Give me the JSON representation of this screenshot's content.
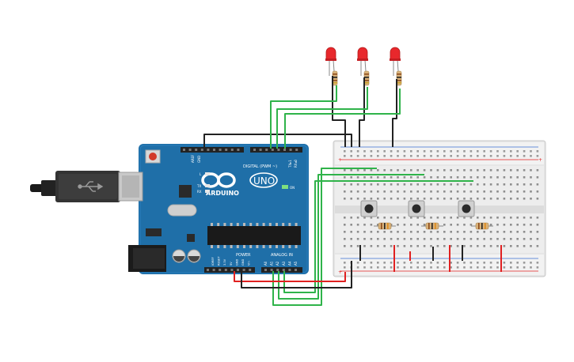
{
  "board": {
    "brand": "ARDUINO",
    "model": "UNO",
    "digital_label": "DIGITAL (PWM ~)",
    "power_label": "POWER",
    "analog_label": "ANALOG IN",
    "on_label": "ON",
    "l_label": "L",
    "tx_label": "TX",
    "rx_label": "RX",
    "aref_label": "AREF",
    "gnd_label": "GND",
    "tx_pin_label": "TX▸1",
    "rx_pin_label": "RX◂0",
    "power_pins": [
      "IOREF",
      "RESET",
      "3.3V",
      "5V",
      "GND",
      "GND",
      "Vin"
    ],
    "analog_pins": [
      "A0",
      "A1",
      "A2",
      "A3",
      "A4",
      "A5"
    ]
  },
  "colors": {
    "board": "#1f6fa8",
    "wire_green": "#2fb34a",
    "wire_black": "#222222",
    "wire_red": "#e02020",
    "led_red": "#e8282c",
    "breadboard": "#ececec"
  },
  "leds": [
    {
      "color": "red"
    },
    {
      "color": "red"
    },
    {
      "color": "red"
    }
  ],
  "buttons": [
    {
      "kind": "pushbutton"
    },
    {
      "kind": "pushbutton"
    },
    {
      "kind": "pushbutton"
    }
  ]
}
